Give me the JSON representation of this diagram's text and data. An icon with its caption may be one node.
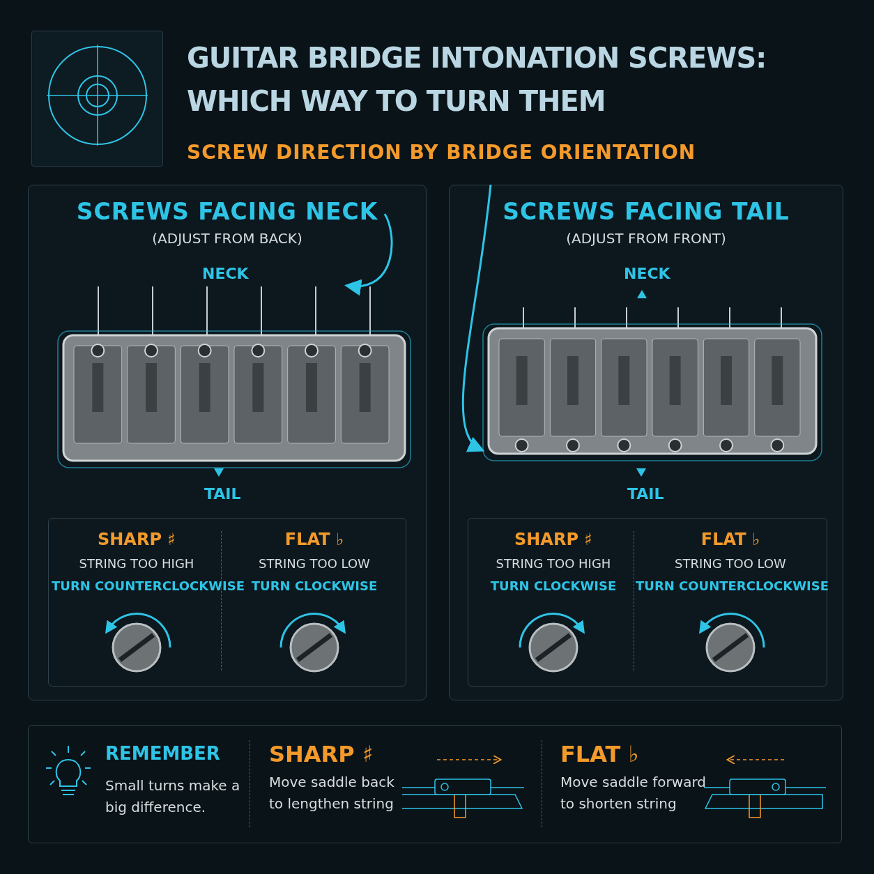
{
  "diagram": {
    "title": "GUITAR BRIDGE INTONATION SCREWS: WHICH WAY TO TURN THEM",
    "nodes": [
      {
        "text": [
          "SCREWS FACING NECK",
          "(ADJUST FROM BACK)"
        ]
      },
      {
        "text": [],
        "shape": "picture",
        "in": 0
      },
      {
        "text": [],
        "shape": "box",
        "in": 0
      },
      {
        "text": [
          "SHARP ♯",
          "STRING TOO HIGH",
          "TURN COUNTERCLOCKWISE"
        ],
        "in": 2
      },
      {
        "text": [
          "FLAT ♭",
          "STRING TOO LOW",
          "TURN CLOCKWISE"
        ],
        "in": 2
      },
      {
        "text": [
          "SCREWS FACING TAIL",
          "(ADJUST FROM FRONT)"
        ]
      },
      {
        "text": [],
        "shape": "picture",
        "in": 5
      },
      {
        "text": [],
        "shape": "box",
        "in": 5
      },
      {
        "text": [
          "SHARP ♯",
          "STRING TOO HIGH",
          "TURN CLOCKWISE"
        ],
        "in": 7
      },
      {
        "text": [
          "FLAT ♭",
          "STRING TOO LOW",
          "TURN COUNTERCLOCKWISE"
        ],
        "in": 7
      },
      {
        "text": [],
        "shape": "box"
      },
      {
        "text": [
          "REMEMBER",
          "Small turns make a big difference."
        ],
        "in": 10
      },
      {
        "text": [
          "SHARP ♯",
          "Move saddle back to lengthen string"
        ],
        "in": 10
      },
      {
        "text": [
          "FLAT ♭",
          "Move saddle forward to shorten string"
        ],
        "in": 10
      }
    ],
    "edges": [
      {
        "from": 0,
        "to": 1,
        "arrow": "to"
      },
      {
        "from": 5,
        "to": 6,
        "arrow": "to"
      }
    ],
    "labels": [
      "SCREW DIRECTION BY BRIDGE ORIENTATION",
      "NECK",
      "TAIL",
      "NECK",
      "TAIL"
    ]
  }
}
